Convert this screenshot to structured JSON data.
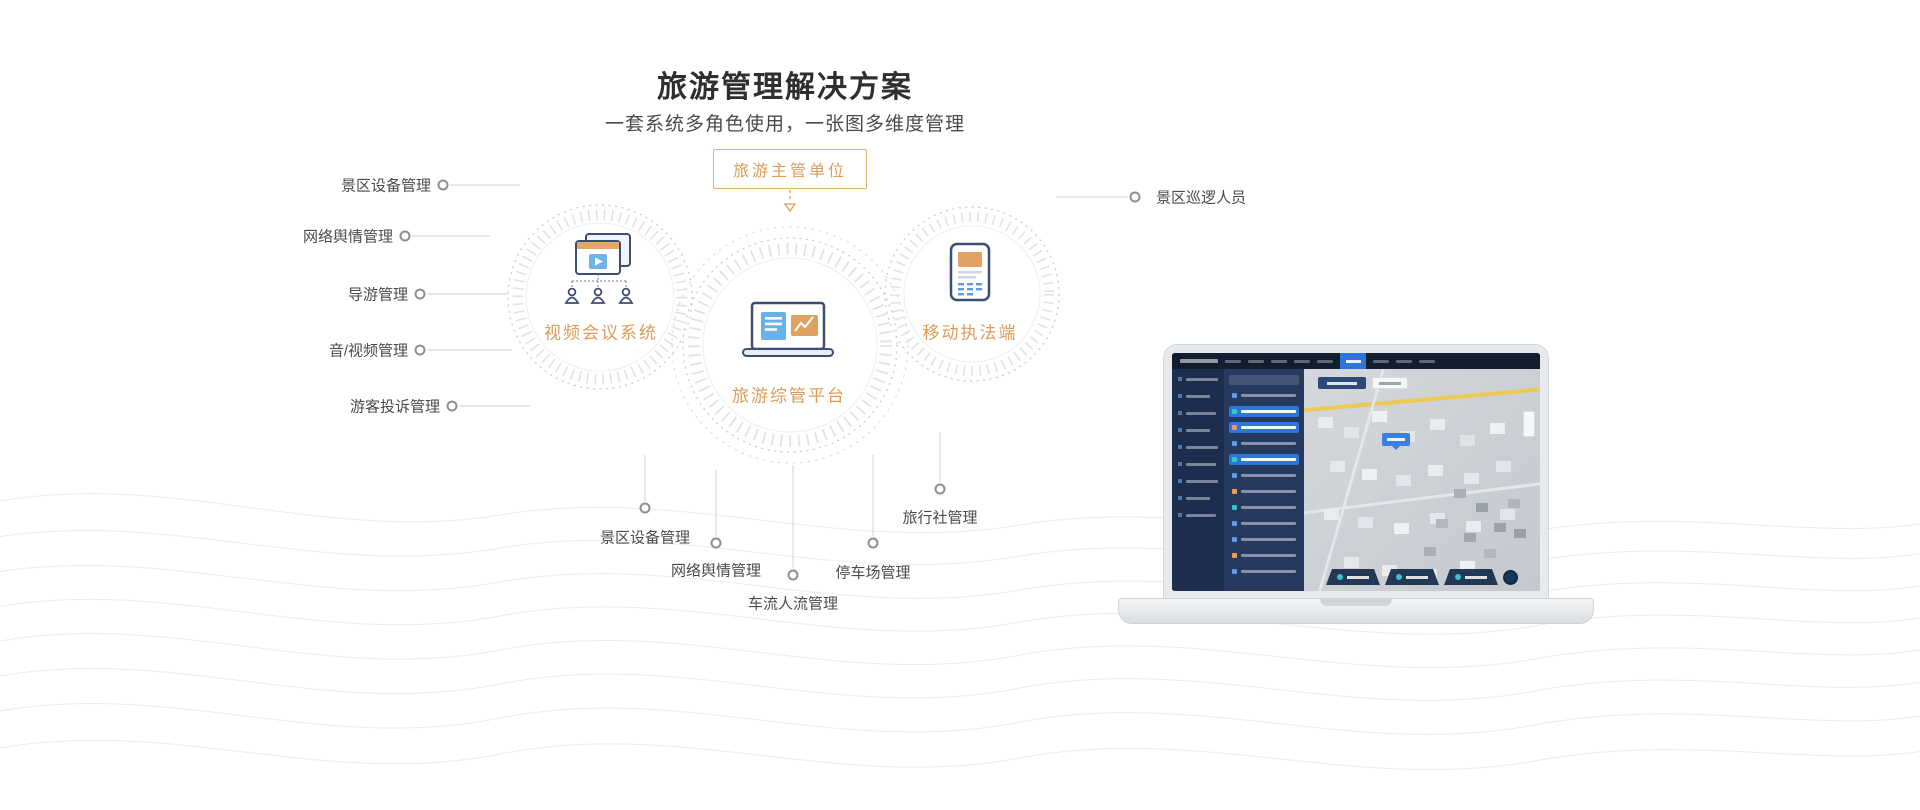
{
  "header": {
    "title": "旅游管理解决方案",
    "subtitle": "一套系统多角色使用，一张图多维度管理"
  },
  "diagram": {
    "authority_label": "旅游主管单位",
    "nodes": {
      "video": {
        "label": "视频会议系统",
        "icon": "video-conference-icon"
      },
      "platform": {
        "label": "旅游综管平台",
        "icon": "laptop-dashboard-icon"
      },
      "mobile": {
        "label": "移动执法端",
        "icon": "mobile-device-icon"
      }
    },
    "left_items": [
      "景区设备管理",
      "网络舆情管理",
      "导游管理",
      "音/视频管理",
      "游客投诉管理"
    ],
    "right_items": [
      "景区巡逻人员"
    ],
    "bottom_items": [
      "景区设备管理",
      "网络舆情管理",
      "车流人流管理",
      "停车场管理",
      "旅行社管理"
    ]
  },
  "colors": {
    "accent_orange": "#DD9C58",
    "icon_navy": "#3D4D73",
    "icon_blue": "#67B2E8",
    "text_dark": "#2F2F2F",
    "text_gray": "#4A4A4A",
    "line_gray": "#D2D2D2",
    "dashboard_dark": "#152138",
    "dashboard_blue": "#2D74DD",
    "map_gray": "#CDD1D6"
  }
}
